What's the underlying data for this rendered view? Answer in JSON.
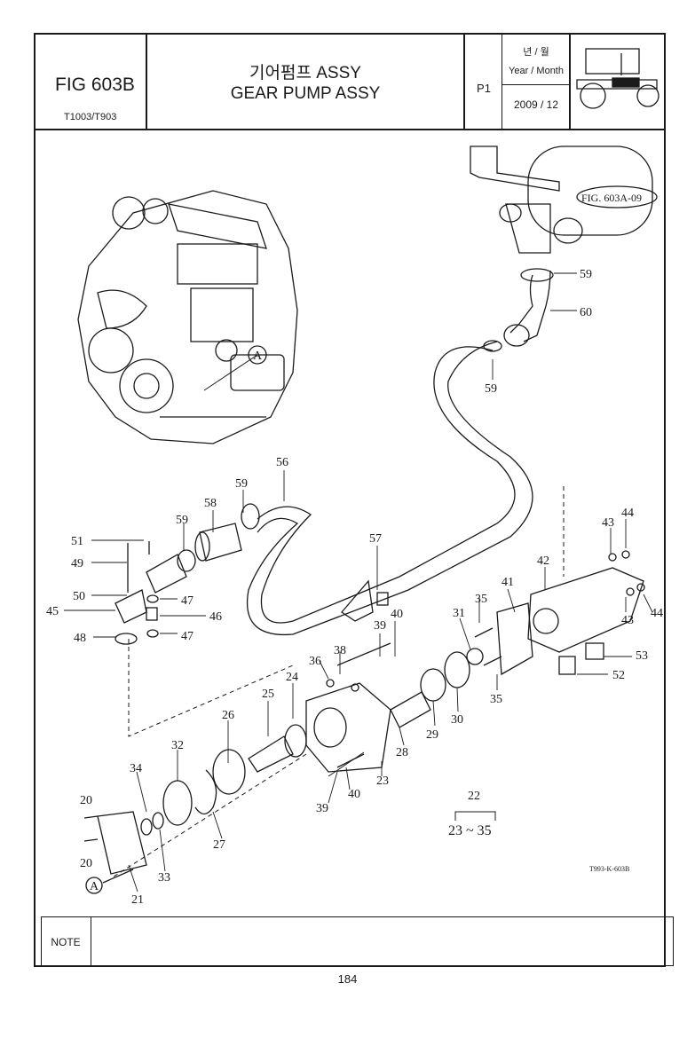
{
  "header": {
    "fig_no": "FIG 603B",
    "model": "T1003/T903",
    "title_ko": "기어펌프 ASSY",
    "title_en": "GEAR PUMP ASSY",
    "page_code": "P1",
    "year_month_ko": "년 / 월",
    "year_month_en": "Year / Month",
    "date": "2009 / 12"
  },
  "diagram": {
    "ref_fig": "FIG. 603A-09",
    "drawing_code": "T993-K-603B",
    "detail_marker": "A",
    "assembly_label": "22",
    "assembly_range": "23 ~ 35",
    "callouts": {
      "c20a": "20",
      "c20b": "20",
      "c21": "21",
      "c23": "23",
      "c24": "24",
      "c25": "25",
      "c26": "26",
      "c27": "27",
      "c28": "28",
      "c29": "29",
      "c30": "30",
      "c31": "31",
      "c32": "32",
      "c33": "33",
      "c34": "34",
      "c35a": "35",
      "c35b": "35",
      "c36": "36",
      "c38": "38",
      "c39a": "39",
      "c39b": "39",
      "c40a": "40",
      "c40b": "40",
      "c41": "41",
      "c42": "42",
      "c43a": "43",
      "c43b": "43",
      "c44a": "44",
      "c44b": "44",
      "c45": "45",
      "c46": "46",
      "c47a": "47",
      "c47b": "47",
      "c48": "48",
      "c49": "49",
      "c50": "50",
      "c51": "51",
      "c52": "52",
      "c53": "53",
      "c56": "56",
      "c57": "57",
      "c58": "58",
      "c59a": "59",
      "c59b": "59",
      "c59c": "59",
      "c59d": "59",
      "c60": "60"
    }
  },
  "footer": {
    "note_label": "NOTE",
    "note_text": "",
    "page_number": "184"
  }
}
